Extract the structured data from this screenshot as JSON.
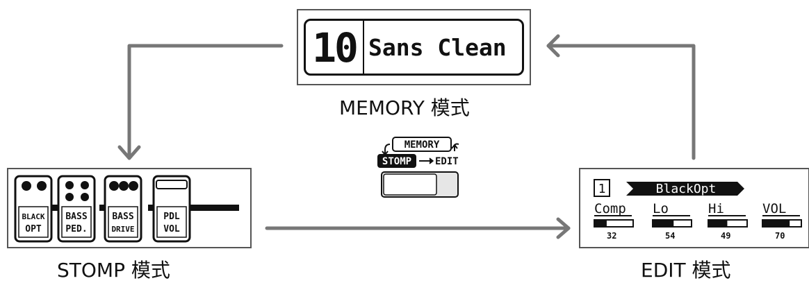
{
  "memory": {
    "number": "10",
    "patch_name": "Sans Clean",
    "label": "MEMORY 模式"
  },
  "stomp": {
    "label": "STOMP 模式",
    "pedals": [
      {
        "line1": "BLACK",
        "line2": "OPT",
        "knobs": 2
      },
      {
        "line1": "BASS",
        "line2": "PED.",
        "knobs": 4
      },
      {
        "line1": "BASS",
        "line2": "DRIVE",
        "knobs": 3
      },
      {
        "line1": "PDL",
        "line2": "VOL",
        "knobs": 0
      }
    ]
  },
  "edit": {
    "label": "EDIT 模式",
    "index": "1",
    "effect_name": "BlackOpt",
    "params": [
      {
        "name": "Comp",
        "value": "32",
        "level": 0.32
      },
      {
        "name": "Lo",
        "value": "54",
        "level": 0.54
      },
      {
        "name": "Hi",
        "value": "49",
        "level": 0.49
      },
      {
        "name": "VOL",
        "value": "70",
        "level": 0.7
      }
    ]
  },
  "switch": {
    "memory_label": "MEMORY",
    "stomp_label": "STOMP",
    "edit_label": "EDIT"
  },
  "colors": {
    "arrow": "#777777",
    "panel_border": "#555555",
    "lcd_fg": "#111111"
  }
}
